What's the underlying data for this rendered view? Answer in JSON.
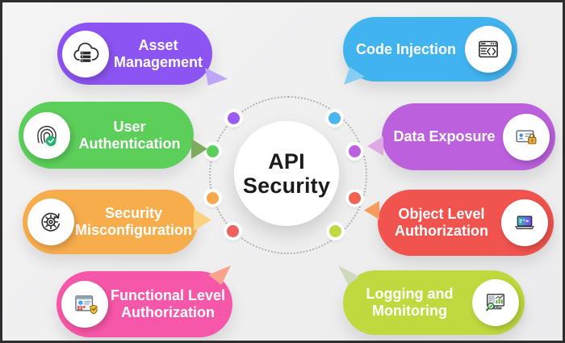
{
  "title": {
    "line1": "API",
    "line2": "Security"
  },
  "colors": {
    "background": "#f0f0f1",
    "frame_border": "#2e2e2e",
    "center_circle": "#ffffff",
    "center_text": "#1b1b1d",
    "dotted_ring": "#b3b3b3"
  },
  "items": [
    {
      "id": "asset-management",
      "label": "Asset Management",
      "color": "#8c54f2",
      "tail_color": "#bda6f7",
      "dot_color": "#9a5cf5",
      "icon": "cloud-server-icon",
      "side": "left"
    },
    {
      "id": "user-authentication",
      "label": "User Authentication",
      "color": "#5ccf5b",
      "tail_color": "#7fab5c",
      "dot_color": "#5ccf5b",
      "icon": "fingerprint-check-icon",
      "side": "left"
    },
    {
      "id": "security-misconfiguration",
      "label": "Security Misconfiguration",
      "color": "#f8ad4d",
      "tail_color": "#fbd280",
      "dot_color": "#f6a84e",
      "icon": "gear-sync-icon",
      "side": "left"
    },
    {
      "id": "functional-level-authorization",
      "label": "Functional Level Authorization",
      "color": "#f757a8",
      "tail_color": "#f9a28d",
      "dot_color": "#f0605f",
      "icon": "id-card-shield-icon",
      "side": "left"
    },
    {
      "id": "code-injection",
      "label": "Code Injection",
      "color": "#41b3ef",
      "tail_color": "#85cdf2",
      "dot_color": "#4ab6f0",
      "icon": "code-window-icon",
      "side": "right"
    },
    {
      "id": "data-exposure",
      "label": "Data Exposure",
      "color": "#bd60de",
      "tail_color": "#dfa9e4",
      "dot_color": "#bd60de",
      "icon": "id-card-lock-icon",
      "side": "right"
    },
    {
      "id": "object-level-authorization",
      "label": "Object Level Authorization",
      "color": "#f1534e",
      "tail_color": "#f59b5e",
      "dot_color": "#f2634f",
      "icon": "laptop-screen-icon",
      "side": "right"
    },
    {
      "id": "logging-and-monitoring",
      "label": "Logging and Monitoring",
      "color": "#c0d93e",
      "tail_color": "#ced8bc",
      "dot_color": "#c3d943",
      "icon": "monitor-chart-icon",
      "side": "right"
    }
  ]
}
